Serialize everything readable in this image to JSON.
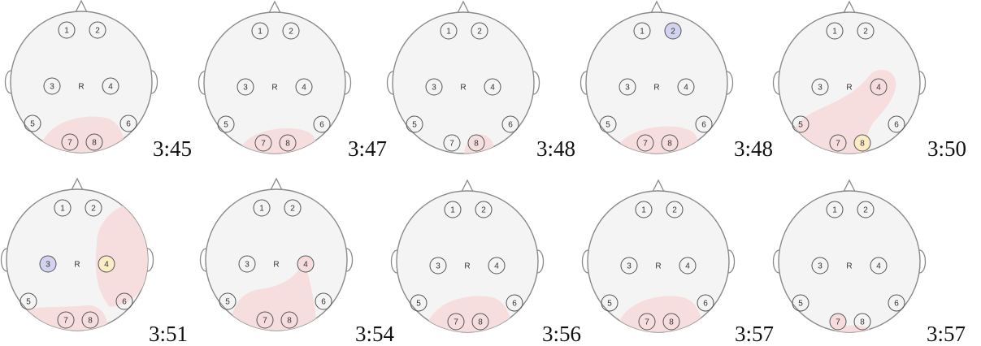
{
  "electrode_labels": [
    "1",
    "2",
    "3",
    "R",
    "4",
    "5",
    "6",
    "7",
    "8"
  ],
  "colors": {
    "scalp_fill": "#f4f4f4",
    "outline": "#8a8a8a",
    "activity_red": "#f6dcdc",
    "activity_yellow": "#fbecc6",
    "activity_blue": "#d3d3ef",
    "text": "#111111"
  },
  "maps": [
    {
      "time": "3:45",
      "highlight": {},
      "regions": [
        "bottom-large"
      ]
    },
    {
      "time": "3:47",
      "highlight": {},
      "regions": [
        "bottom-small"
      ]
    },
    {
      "time": "3:48",
      "highlight": {},
      "regions": [
        "bottom-right-small"
      ]
    },
    {
      "time": "3:48",
      "highlight": {
        "2": "blue"
      },
      "regions": [
        "bottom-medium"
      ]
    },
    {
      "time": "3:50",
      "highlight": {
        "4": "red",
        "8": "yellow"
      },
      "regions": [
        "diagonal-4-8"
      ]
    },
    {
      "time": "3:51",
      "highlight": {
        "3": "blue",
        "4": "yellow"
      },
      "regions": [
        "right-lobe",
        "bottom-left"
      ]
    },
    {
      "time": "3:54",
      "highlight": {
        "4": "red",
        "7": "red",
        "8": "red"
      },
      "regions": [
        "lower-polygon"
      ]
    },
    {
      "time": "3:56",
      "highlight": {},
      "regions": [
        "bottom-large"
      ]
    },
    {
      "time": "3:57",
      "highlight": {},
      "regions": [
        "bottom-large"
      ]
    },
    {
      "time": "3:57",
      "highlight": {
        "7": "red"
      },
      "regions": [
        "bottom-tiny"
      ]
    }
  ]
}
